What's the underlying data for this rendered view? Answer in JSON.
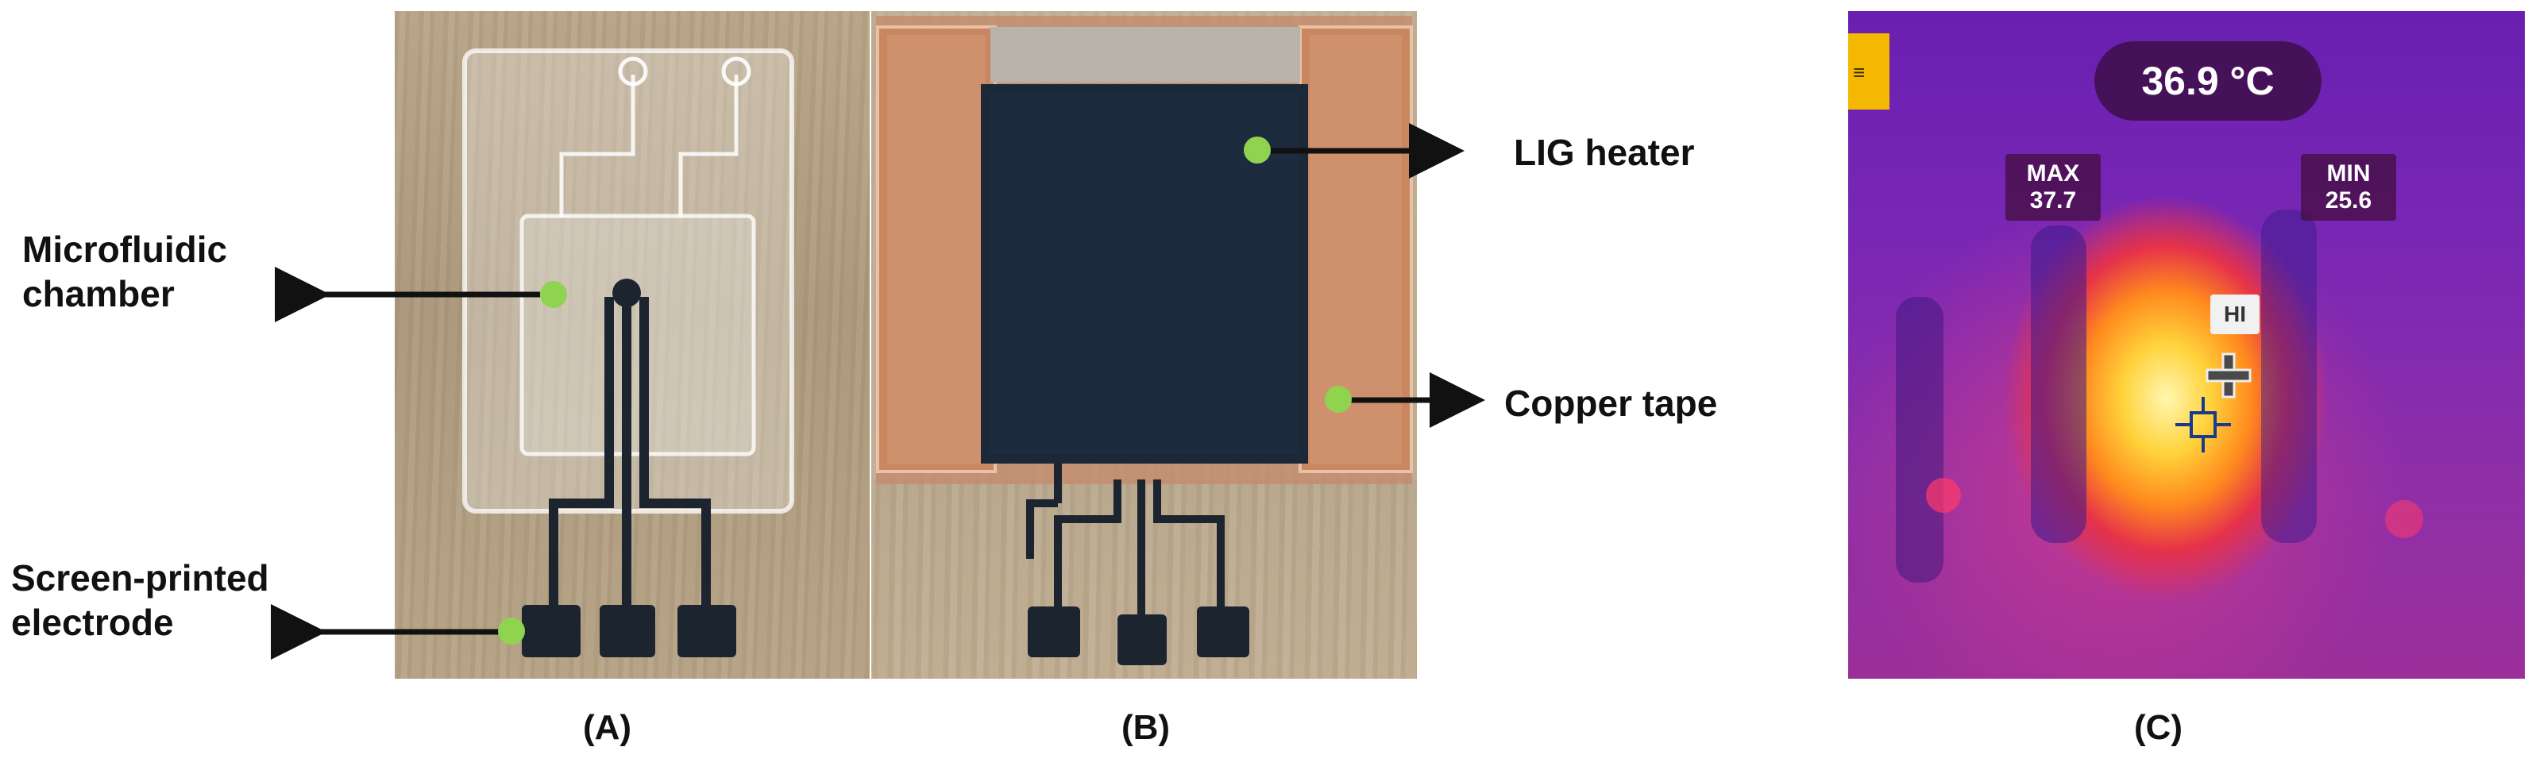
{
  "labels": {
    "microfluidic_line1": "Microfluidic",
    "microfluidic_line2": "chamber",
    "screen_line1": "Screen-printed",
    "screen_line2": "electrode",
    "lig_heater": "LIG heater",
    "copper_tape": "Copper tape"
  },
  "panels": {
    "a": "(A)",
    "b": "(B)",
    "c": "(C)"
  },
  "thermal": {
    "temperature": "36.9 °C",
    "max_label": "MAX",
    "max_value": "37.7",
    "min_label": "MIN",
    "min_value": "25.6",
    "hi_label": "HI",
    "menu_icon": "menu-icon"
  },
  "colors": {
    "marker": "#8fd34f",
    "menu_badge": "#f5b800"
  }
}
